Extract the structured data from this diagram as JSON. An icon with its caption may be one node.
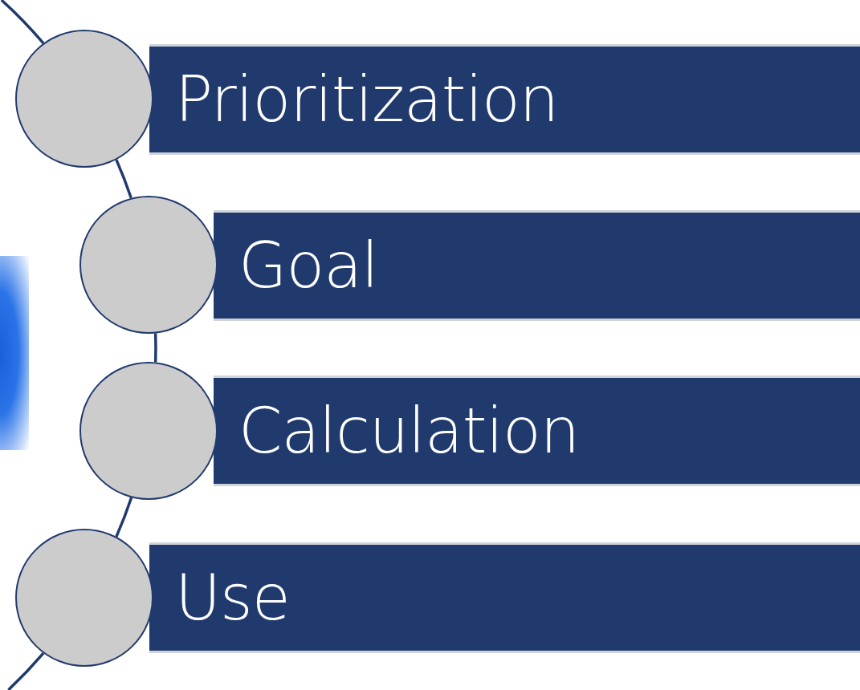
{
  "diagram": {
    "nodes": [
      {
        "text": [],
        "shape": "circle"
      },
      {
        "text": [
          "Prioritization"
        ]
      },
      {
        "text": [],
        "shape": "circle"
      },
      {
        "text": [
          "Goal"
        ]
      },
      {
        "text": [],
        "shape": "circle"
      },
      {
        "text": [
          "Calculation"
        ]
      },
      {
        "text": [],
        "shape": "circle"
      },
      {
        "text": [
          "Use"
        ]
      },
      {
        "text": [],
        "shape": "ellipse"
      }
    ],
    "edges": [
      {
        "from": null,
        "to": 0,
        "arrow": "none"
      },
      {
        "from": 0,
        "to": 2,
        "arrow": "none"
      },
      {
        "from": 2,
        "to": 4,
        "arrow": "none"
      },
      {
        "from": 4,
        "to": 6,
        "arrow": "none"
      },
      {
        "from": 6,
        "to": null,
        "arrow": "none"
      }
    ]
  }
}
